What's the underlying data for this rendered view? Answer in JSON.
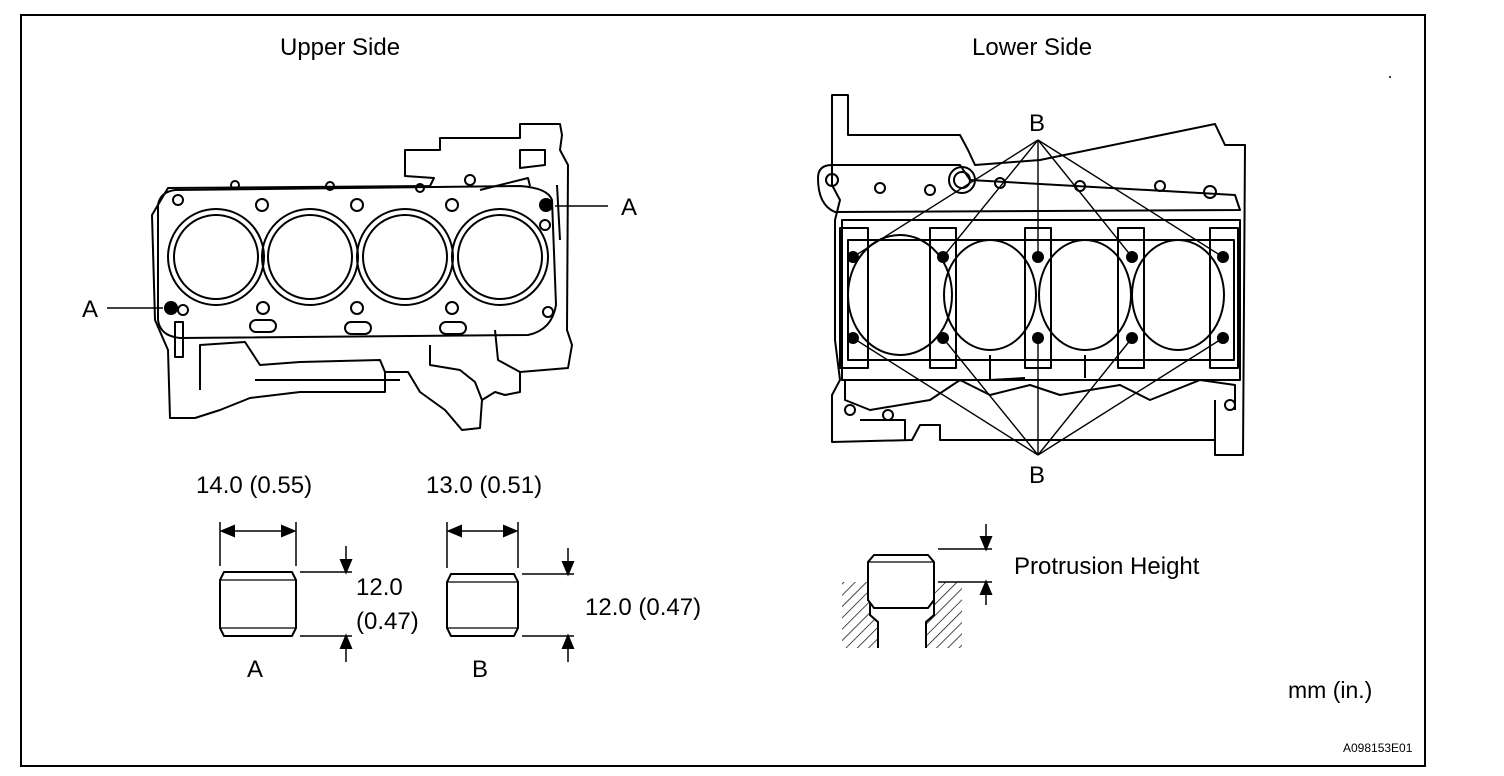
{
  "upper": {
    "title": "Upper Side",
    "pin_label_1": "A",
    "pin_label_2": "A"
  },
  "lower": {
    "title": "Lower Side",
    "pin_label_top": "B",
    "pin_label_bottom": "B"
  },
  "pin_a": {
    "diameter": "14.0 (0.55)",
    "length_line1": "12.0",
    "length_line2": "(0.47)",
    "caption": "A"
  },
  "pin_b": {
    "diameter": "13.0 (0.51)",
    "length": "12.0 (0.47)",
    "caption": "B"
  },
  "protrusion": {
    "label": "Protrusion Height"
  },
  "units": "mm (in.)",
  "figure_code": "A098153E01"
}
